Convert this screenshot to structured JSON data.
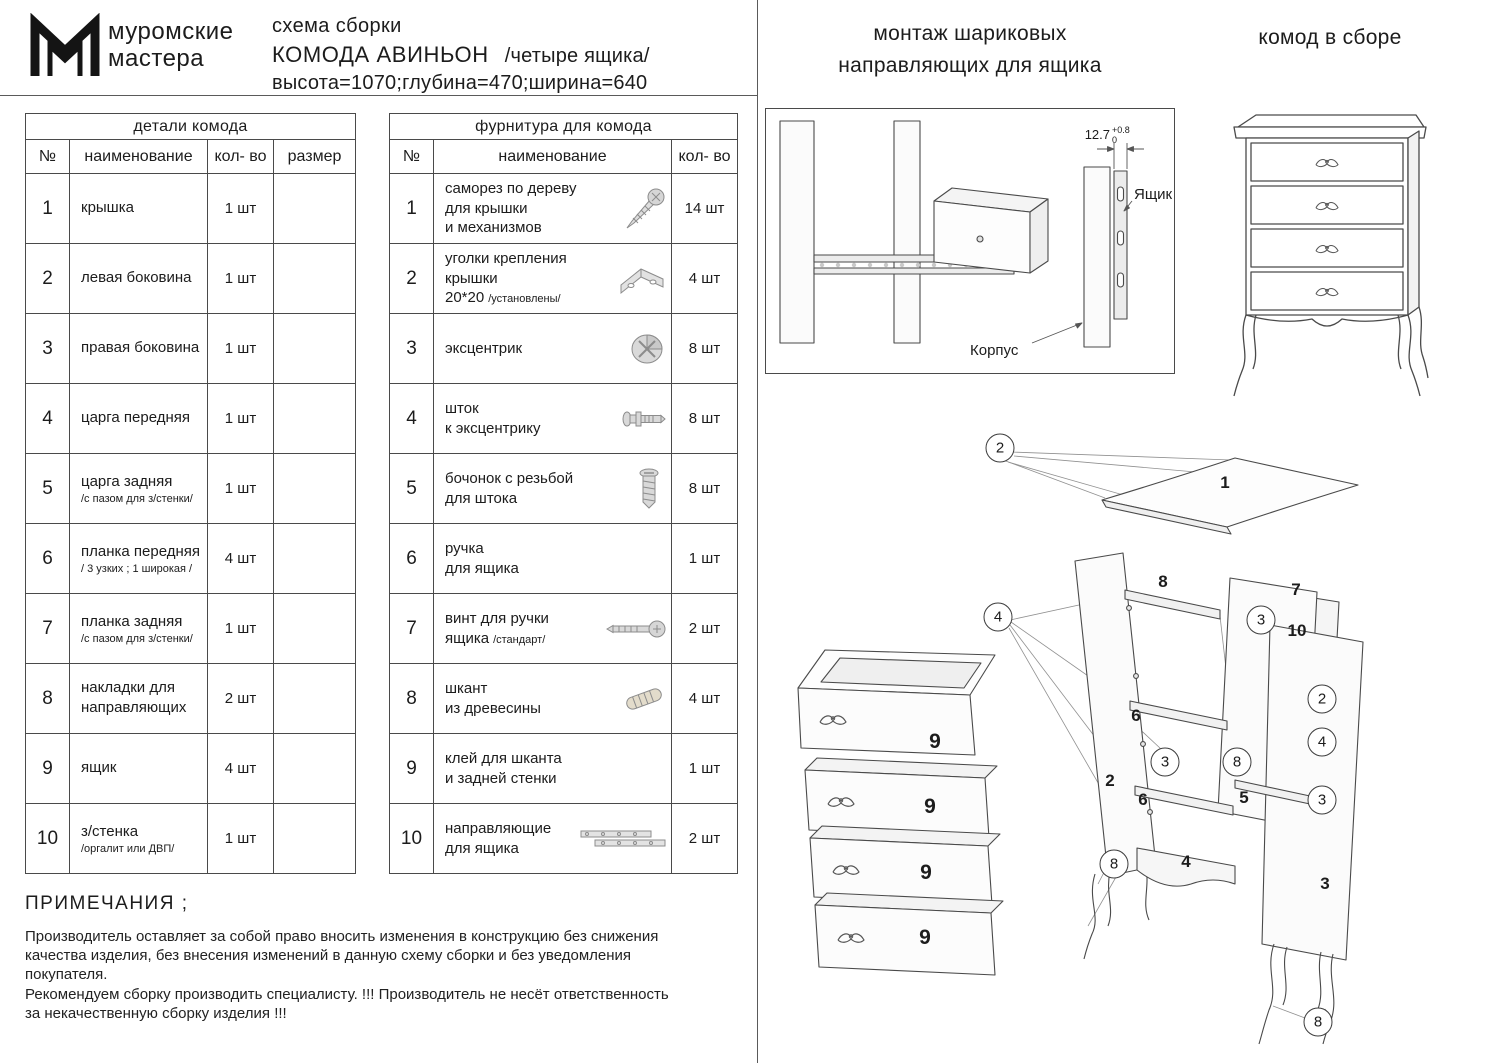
{
  "brand": {
    "logo_icon": "mm-monogram",
    "name": "муромские\nмастера"
  },
  "title_block": {
    "doc_type": "схема сборки",
    "product": "КОМОДА  АВИНЬОН",
    "variant": "/четыре ящика/",
    "dimensions": "высота=1070;глубина=470;ширина=640"
  },
  "section_titles": {
    "slide_mounting": "монтаж шариковых\nнаправляющих для ящика",
    "assembled": "комод в сборе"
  },
  "parts_table": {
    "title": "детали комода",
    "col_num": "№",
    "col_name": "наименование",
    "col_qty": "кол- во",
    "col_size": "размер",
    "rows": [
      {
        "num": "1",
        "name": "крышка",
        "sub": "",
        "qty": "1 шт",
        "size": ""
      },
      {
        "num": "2",
        "name": "левая боковина",
        "sub": "",
        "qty": "1 шт",
        "size": ""
      },
      {
        "num": "3",
        "name": "правая боковина",
        "sub": "",
        "qty": "1 шт",
        "size": ""
      },
      {
        "num": "4",
        "name": "царга передняя",
        "sub": "",
        "qty": "1 шт",
        "size": ""
      },
      {
        "num": "5",
        "name": "царга задняя",
        "sub": "/с пазом для з/стенки/",
        "qty": "1 шт",
        "size": ""
      },
      {
        "num": "6",
        "name": "планка передняя",
        "sub": "/ 3 узких ; 1 широкая /",
        "qty": "4 шт",
        "size": ""
      },
      {
        "num": "7",
        "name": "планка задняя",
        "sub": "/с пазом для з/стенки/",
        "qty": "1 шт",
        "size": ""
      },
      {
        "num": "8",
        "name": "накладки для\nнаправляющих",
        "sub": "",
        "qty": "2 шт",
        "size": ""
      },
      {
        "num": "9",
        "name": "ящик",
        "sub": "",
        "qty": "4 шт",
        "size": ""
      },
      {
        "num": "10",
        "name": "з/стенка",
        "sub": "/оргалит или ДВП/",
        "qty": "1 шт",
        "size": ""
      }
    ]
  },
  "hardware_table": {
    "title": "фурнитура для комода",
    "col_num": "№",
    "col_name": "наименование",
    "col_qty": "кол- во",
    "rows": [
      {
        "num": "1",
        "name": "саморез по дереву\nдля крышки\nи механизмов",
        "small": "",
        "qty": "14 шт",
        "icon": "screw-icon"
      },
      {
        "num": "2",
        "name": "уголки крепления\nкрышки\n20*20",
        "small": "/установлены/",
        "qty": "4 шт",
        "icon": "corner-bracket-icon"
      },
      {
        "num": "3",
        "name": "эксцентрик",
        "small": "",
        "qty": "8 шт",
        "icon": "cam-lock-icon"
      },
      {
        "num": "4",
        "name": "шток\nк эксцентрику",
        "small": "",
        "qty": "8 шт",
        "icon": "cam-bolt-icon"
      },
      {
        "num": "5",
        "name": "бочонок с резьбой\nдля штока",
        "small": "",
        "qty": "8 шт",
        "icon": "threaded-barrel-icon"
      },
      {
        "num": "6",
        "name": "ручка\nдля ящика",
        "small": "",
        "qty": "1 шт",
        "icon": ""
      },
      {
        "num": "7",
        "name": "винт для ручки\nящика",
        "small": "/стандарт/",
        "qty": "2 шт",
        "icon": "handle-screw-icon"
      },
      {
        "num": "8",
        "name": "шкант\nиз древесины",
        "small": "",
        "qty": "4 шт",
        "icon": "wood-dowel-icon"
      },
      {
        "num": "9",
        "name": "клей для шканта\nи задней стенки",
        "small": "",
        "qty": "1 шт",
        "icon": ""
      },
      {
        "num": "10",
        "name": "направляющие\nдля ящика",
        "small": "",
        "qty": "2 шт",
        "icon": "drawer-slides-icon"
      }
    ]
  },
  "slide_diagram": {
    "dim_value": "12.7",
    "dim_tol_high": "+0.8",
    "dim_tol_low": "0",
    "label_drawer": "Ящик",
    "label_body": "Корпус"
  },
  "exploded": {
    "markers": [
      "2",
      "1",
      "4",
      "8",
      "7",
      "3",
      "10",
      "2",
      "6",
      "4",
      "3",
      "8",
      "2",
      "6",
      "5",
      "3",
      "8",
      "4",
      "3",
      "8",
      "9",
      "9",
      "9",
      "9"
    ]
  },
  "notes": {
    "title": "ПРИМЕЧАНИЯ ;",
    "p1": "Производитель оставляет за собой право вносить изменения в конструкцию без снижения\nкачества изделия, без внесения изменений в данную схему сборки и без уведомления покупателя.",
    "p2": "Рекомендуем сборку производить специалисту. !!! Производитель не несёт ответственность\nза некачественную сборку изделия !!!"
  }
}
